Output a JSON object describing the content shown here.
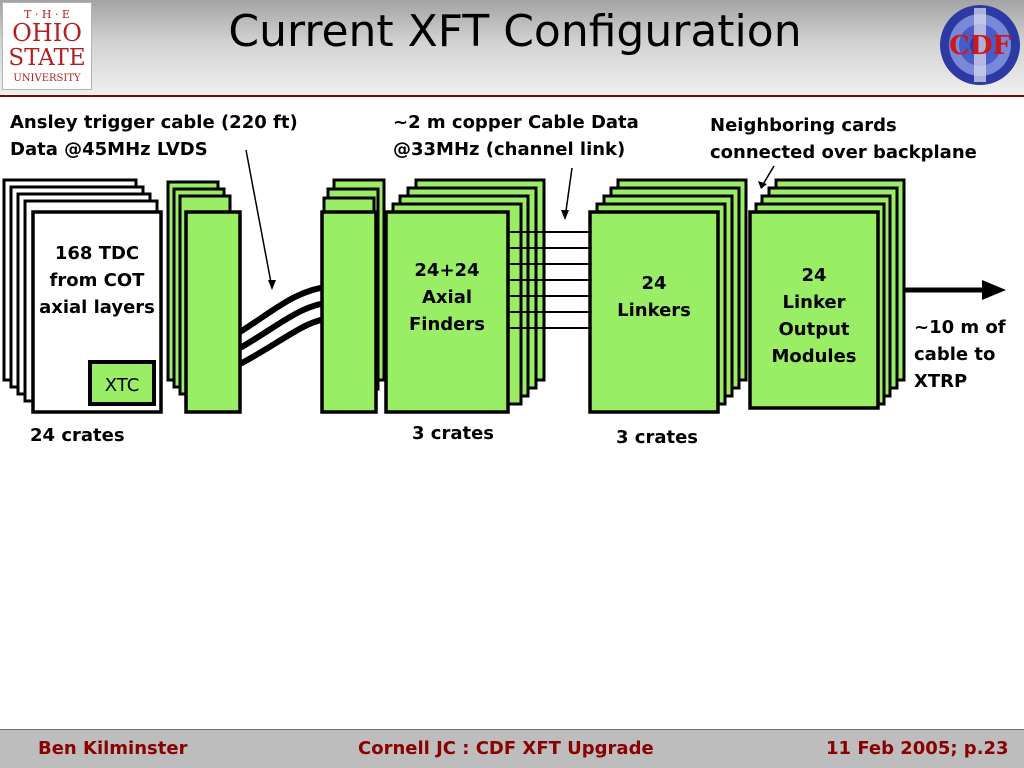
{
  "header": {
    "title": "Current XFT Configuration",
    "osu_logo": {
      "line1": "T · H · E",
      "line2": "OHIO",
      "line3": "STATE",
      "line4": "UNIVERSITY"
    },
    "cdf_logo": {
      "text": "CDF"
    }
  },
  "labels": {
    "ansley_line1": "Ansley trigger cable (220 ft)",
    "ansley_line2": "Data @45MHz LVDS",
    "copper_line1": "~2 m copper Cable Data",
    "copper_line2": "@33MHz (channel link)",
    "backplane_line1": "Neighboring cards",
    "backplane_line2": "connected over backplane",
    "output_line1": "~10 m of",
    "output_line2": "cable to",
    "output_line3": "XTRP",
    "tdc_crates": "24 crates",
    "finder_crates": "3 crates",
    "linker_crates": "3 crates"
  },
  "boxes": {
    "tdc_line1": "168  TDC",
    "tdc_line2": "from COT",
    "tdc_line3": "axial layers",
    "xtc": "XTC",
    "finders_line1": "24+24",
    "finders_line2": "Axial",
    "finders_line3": "Finders",
    "linkers_line1": "24",
    "linkers_line2": "Linkers",
    "lom_line1": "24",
    "lom_line2": "Linker",
    "lom_line3": "Output",
    "lom_line4": "Modules"
  },
  "footer": {
    "author": "Ben Kilminster",
    "talk": "Cornell JC : CDF XFT Upgrade",
    "date_page": "11 Feb 2005; p.23"
  },
  "colors": {
    "module_fill": "#99ee66",
    "label_text": "#000000",
    "footer_text": "#8b0000",
    "title_rule": "#8b0000"
  }
}
